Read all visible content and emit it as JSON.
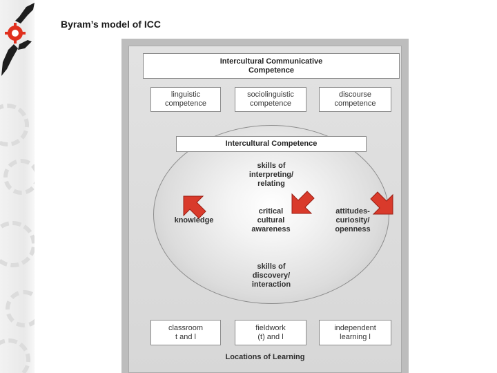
{
  "slide": {
    "title": "Byram’s model of ICC"
  },
  "diagram": {
    "top_title": "Intercultural Communicative\nCompetence",
    "top_boxes": [
      "linguistic\ncompetence",
      "sociolinguistic\ncompetence",
      "discourse\ncompetence"
    ],
    "ic_title": "Intercultural Competence",
    "skills_interpreting": "skills of\ninterpreting/\nrelating",
    "knowledge": "knowledge",
    "critical_awareness": "critical\ncultural\nawareness",
    "attitudes": "attitudes-\ncuriosity/\nopenness",
    "skills_discovery": "skills of\ndiscovery/\ninteraction",
    "bottom_boxes": [
      "classroom\nt and l",
      "fieldwork\n(t) and l",
      "independent\nlearning l"
    ],
    "locations_label": "Locations of Learning",
    "arrow_color": "#d93a2b"
  }
}
